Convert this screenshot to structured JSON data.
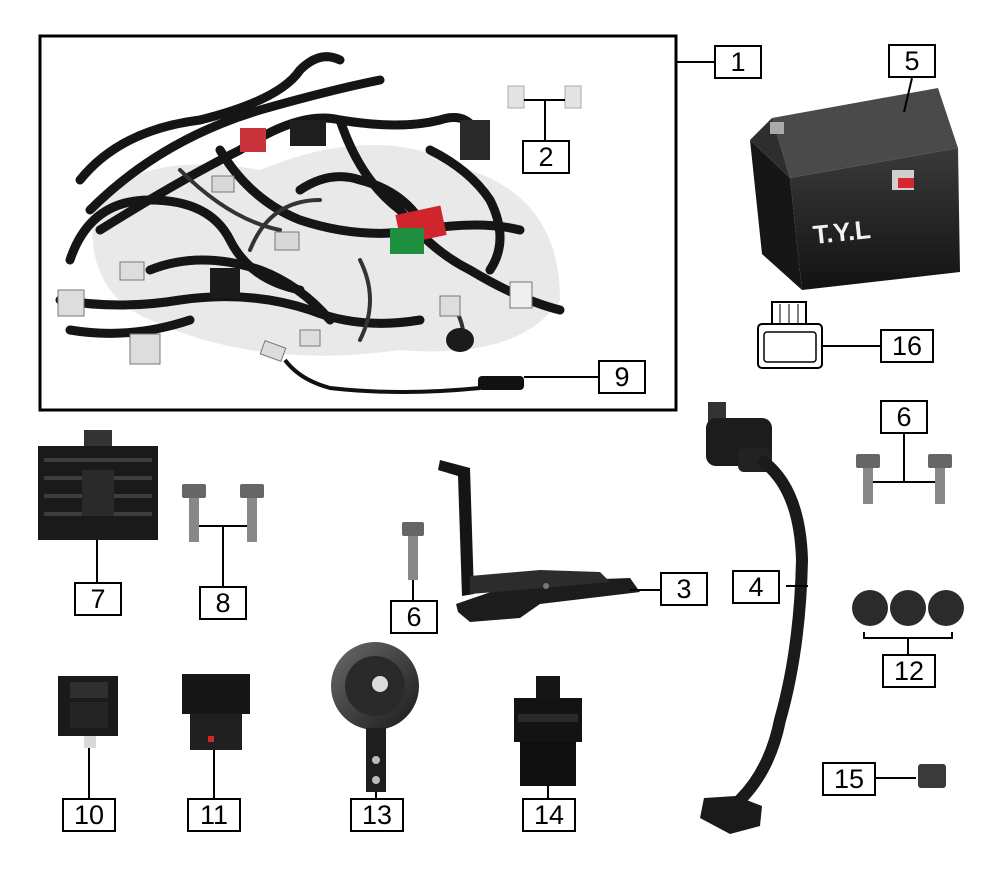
{
  "diagram": {
    "battery_brand": "T.Y.L",
    "callouts": {
      "c1": "1",
      "c2": "2",
      "c3": "3",
      "c4": "4",
      "c5": "5",
      "c6a": "6",
      "c6b": "6",
      "c7": "7",
      "c8": "8",
      "c9": "9",
      "c10": "10",
      "c11": "11",
      "c12": "12",
      "c13": "13",
      "c14": "14",
      "c15": "15",
      "c16": "16"
    }
  }
}
